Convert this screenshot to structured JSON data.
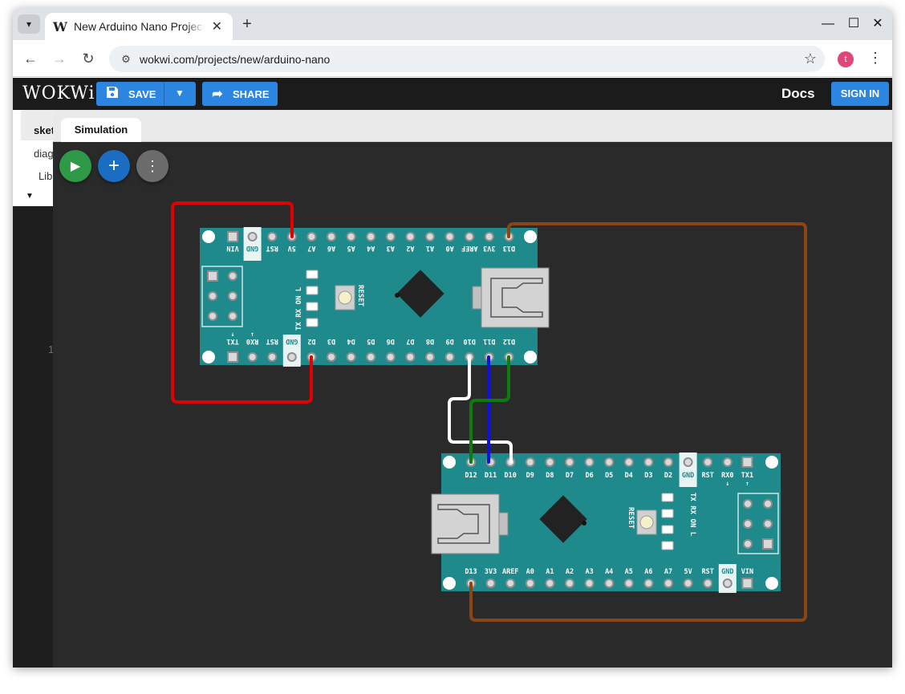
{
  "browser": {
    "tab_title": "New Arduino Nano Project",
    "new_tab_symbol": "+",
    "url": "wokwi.com/projects/new/arduino-nano",
    "profile_initial": "t"
  },
  "wokwi": {
    "logo": "WOKWi",
    "save_label": "SAVE",
    "share_label": "SHARE",
    "docs_label": "Docs",
    "signin_label": "SIGN IN"
  },
  "editor": {
    "tab_sketch": "sketch.ino",
    "tab_diagram": "diagram.json",
    "tab_library": "Library Manager",
    "line_number": "1"
  },
  "simulation": {
    "tab_label": "Simulation",
    "board1": {
      "top_pins": [
        "VIN",
        "GND",
        "RST",
        "5V",
        "A7",
        "A6",
        "A5",
        "A4",
        "A3",
        "A2",
        "A1",
        "A0",
        "AREF",
        "3V3",
        "D13"
      ],
      "bottom_pins": [
        "TX1",
        "RX0",
        "RST",
        "GND",
        "D2",
        "D3",
        "D4",
        "D5",
        "D6",
        "D7",
        "D8",
        "D9",
        "D10",
        "D11",
        "D12"
      ],
      "tx_arrow": "↓",
      "rx_arrow": "↑",
      "led_labels": [
        "L",
        "ON",
        "RX",
        "TX"
      ],
      "reset_label": "RESET"
    },
    "board2": {
      "top_pins": [
        "D12",
        "D11",
        "D10",
        "D9",
        "D8",
        "D7",
        "D6",
        "D5",
        "D4",
        "D3",
        "D2",
        "GND",
        "RST",
        "RX0",
        "TX1"
      ],
      "bottom_pins": [
        "D13",
        "3V3",
        "AREF",
        "A0",
        "A1",
        "A2",
        "A3",
        "A4",
        "A5",
        "A6",
        "A7",
        "5V",
        "RST",
        "GND",
        "VIN"
      ],
      "led_labels": [
        "TX",
        "RX",
        "ON",
        "L"
      ],
      "reset_label": "RESET"
    },
    "wire_colors": {
      "red": "#e00000",
      "brown": "#8b4513",
      "white": "#ffffff",
      "blue": "#1010e0",
      "green": "#0f7a0f"
    },
    "colors": {
      "board": "#1f8a8c",
      "canvas": "#2a2a2a",
      "accent": "#2c85e0"
    }
  }
}
